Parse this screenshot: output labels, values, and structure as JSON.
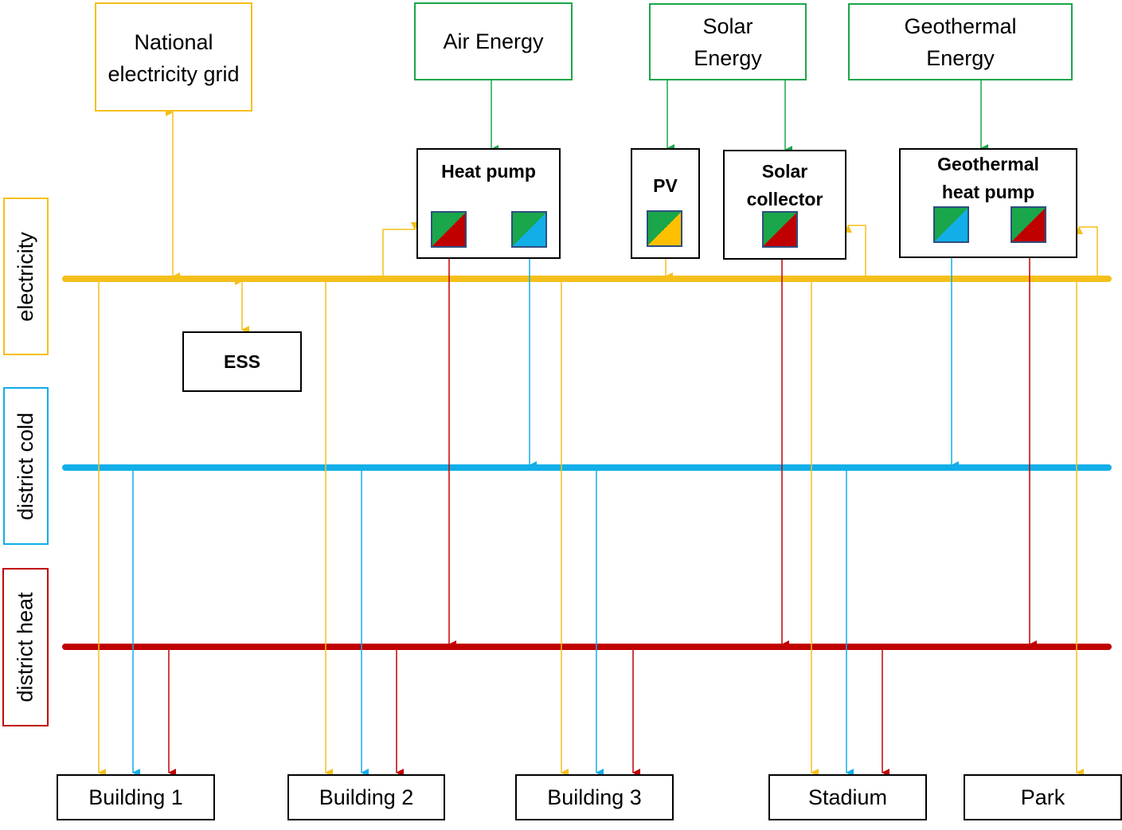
{
  "sources": {
    "grid": "National electricity grid",
    "air": "Air Energy",
    "solar": "Solar Energy",
    "geo": "Geothermal Energy"
  },
  "techs": {
    "heat_pump": "Heat pump",
    "pv": "PV",
    "solar_collector": "Solar collector",
    "geo_heat_pump": "Geothermal heat pump",
    "ess": "ESS"
  },
  "buses": {
    "electricity": "electricity",
    "cold": "district cold",
    "heat": "district heat"
  },
  "consumers": {
    "b1": "Building 1",
    "b2": "Building 2",
    "b3": "Building 3",
    "stadium": "Stadium",
    "park": "Park"
  },
  "colors": {
    "electricity": "#f5bf1a",
    "cold": "#12aee8",
    "heat": "#c00000",
    "renewable": "#1aa64a"
  }
}
